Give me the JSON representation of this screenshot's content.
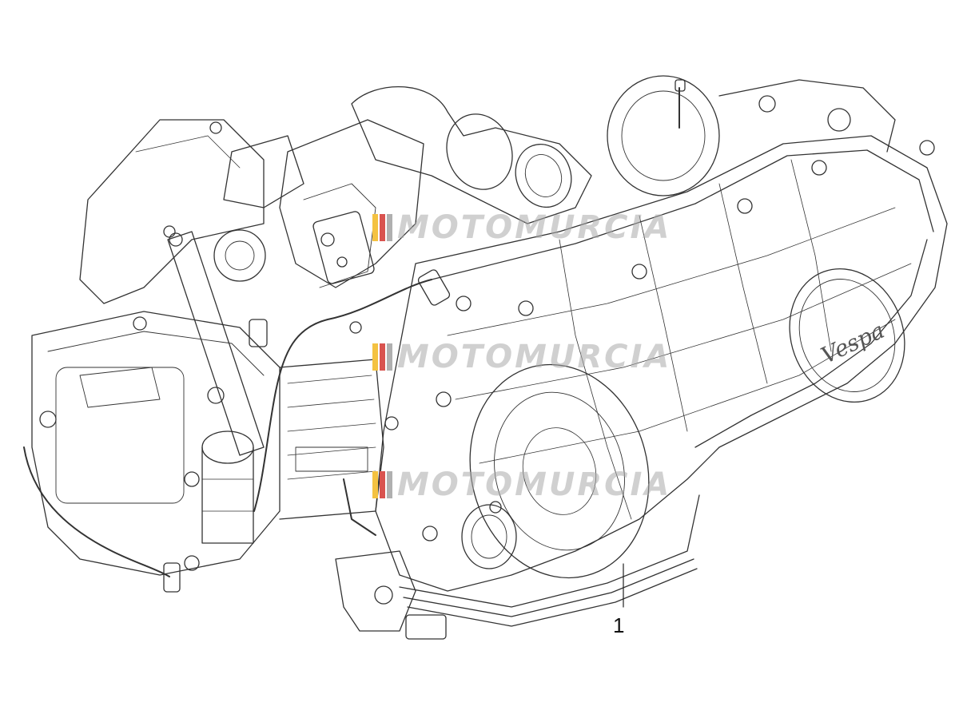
{
  "watermark": {
    "text": "MOTOMURCIA",
    "colors": [
      "#f4c242",
      "#d9534f",
      "#b0b0b0"
    ]
  },
  "callouts": [
    {
      "label": "1"
    }
  ],
  "drawing": {
    "brand_mark": "Vespa",
    "line_color": "#333333"
  }
}
